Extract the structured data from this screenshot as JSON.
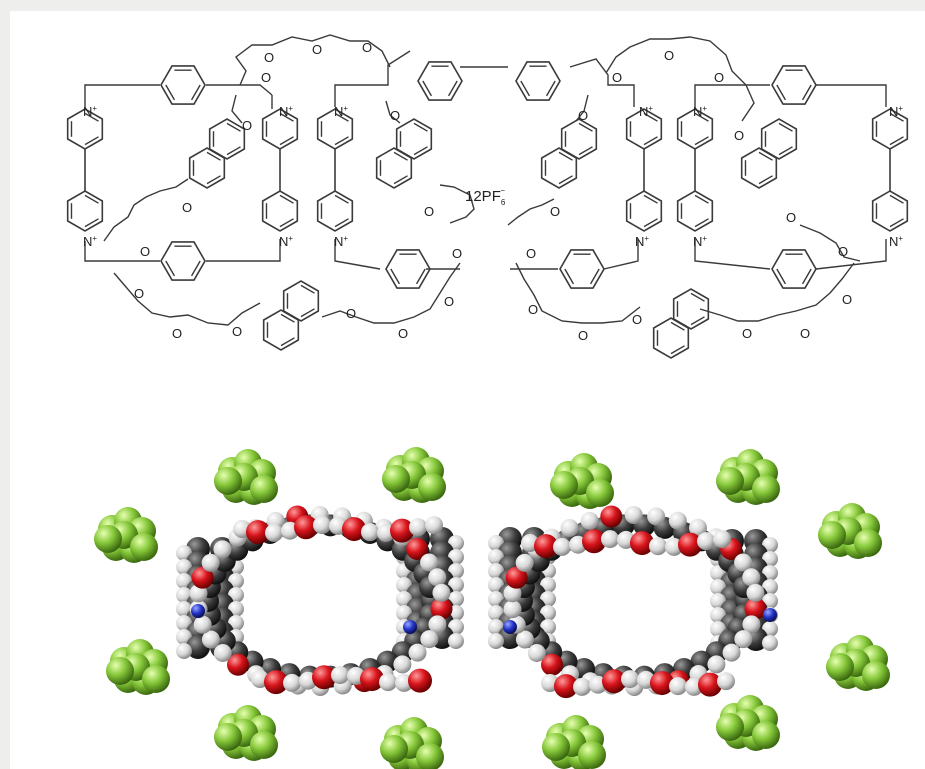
{
  "structure": {
    "counterion_label": "12PF",
    "counterion_sub": "6",
    "counterion_sup": "−",
    "nitrogen_label": "N",
    "oxygen_label": "O",
    "charge_sign": "+"
  },
  "colors": {
    "background": "#eeeeec",
    "panel": "#ffffff",
    "bond": "#3a3a3a",
    "carbon": "#3c3c3c",
    "hydrogen": "#e6e6e6",
    "oxygen": "#d8141c",
    "nitrogen": "#2233c8",
    "pf6": "#86c83a"
  }
}
